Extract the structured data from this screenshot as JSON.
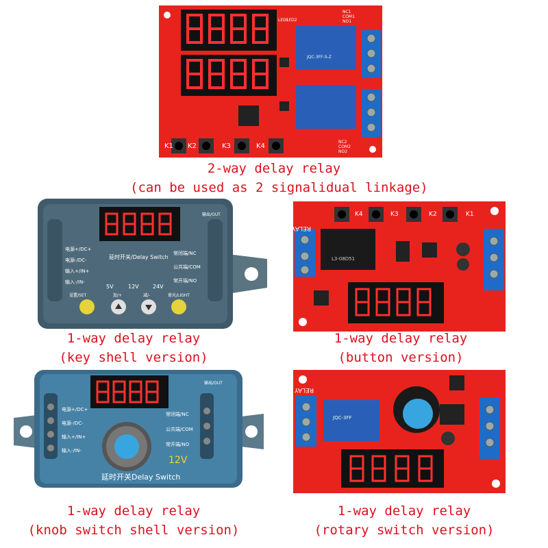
{
  "captions": {
    "two_way": {
      "line1": "2-way delay relay",
      "line2": "(can be used as 2 signalidual linkage)"
    },
    "key_shell": {
      "line1": "1-way delay relay",
      "line2": "(key shell version)"
    },
    "button": {
      "line1": "1-way delay relay",
      "line2": "(button version)"
    },
    "knob_shell": {
      "line1": "1-way delay relay",
      "line2": "(knob switch shell version)"
    },
    "rotary": {
      "line1": "1-way delay relay",
      "line2": "(rotary switch version)"
    }
  },
  "board_two_way": {
    "pin_labels_top": [
      "NC1",
      "COM1",
      "NO1"
    ],
    "pin_labels_bottom": [
      "NC2",
      "COM2",
      "NO2"
    ],
    "leds": [
      "LED1",
      "LED2"
    ],
    "keys": [
      "K1",
      "K2",
      "K3",
      "K4"
    ],
    "relay_text": "JQC-3FF-S-Z"
  },
  "key_shell": {
    "out_label": "输出/OUT",
    "left_labels": [
      "电源+/DC+",
      "电源-/DC-",
      "输入+/IN+",
      "输入-/IN-"
    ],
    "title": "延时开关/Delay Switch",
    "right_labels": [
      "常闭端/NC",
      "公共端/COM",
      "常开端/NO"
    ],
    "voltages": [
      "5V",
      "12V",
      "24V"
    ],
    "buttons": [
      "设置/SET",
      "加/+",
      "减/-",
      "背光/LIGHT"
    ]
  },
  "board_button": {
    "relay_label": "RELAY",
    "keys": [
      "K1",
      "K2",
      "K3",
      "K4"
    ],
    "relay_text": "L3-08D51"
  },
  "knob_shell": {
    "out_label": "输出/OUT",
    "left_labels": [
      "电源+/DC+",
      "电源-/DC-",
      "输入+/IN+",
      "输入-/IN-"
    ],
    "right_labels": [
      "常闭端/NC",
      "公共端/COM",
      "常开端/NO"
    ],
    "voltage": "12V",
    "title": "延时开关Delay Switch"
  },
  "board_rotary": {
    "relay_label": "RELAY",
    "relay_text": "JQC-3FF"
  },
  "colors": {
    "caption": "#d8121d",
    "pcb_red": "#e8231e",
    "shell_blue": "#3f5a6a",
    "relay_blue": "#2a5fb8",
    "terminal_blue": "#1e6cc8",
    "knob_blue": "#37a6e0"
  }
}
